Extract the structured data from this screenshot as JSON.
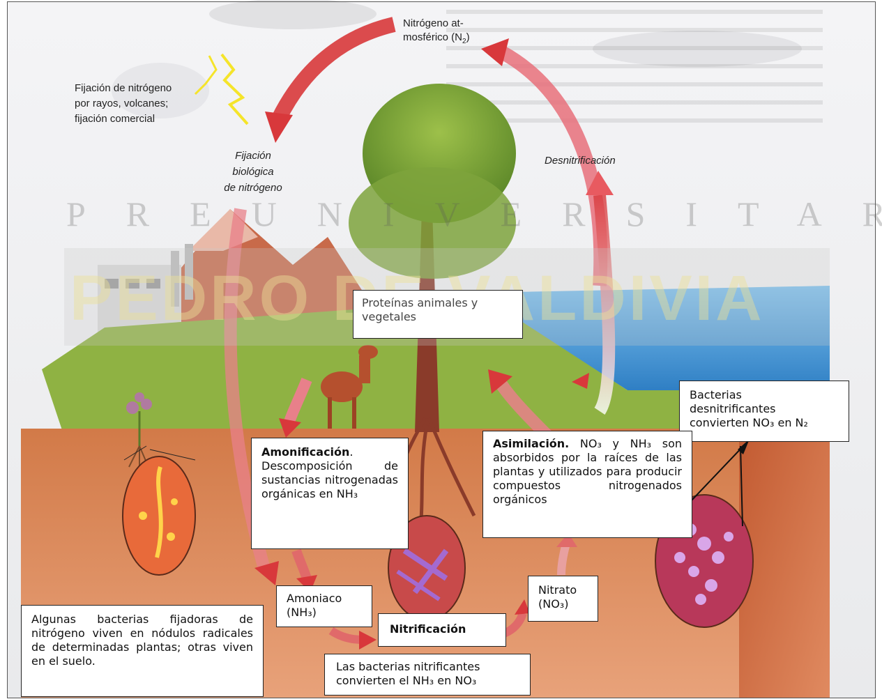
{
  "labels": {
    "atmospheric_line1": "Nitrógeno at-",
    "atmospheric_line2": "mosférico (N",
    "atmospheric_sub": "2",
    "atmospheric_close": ")",
    "fixation_text_line1": "Fijación de nitrógeno",
    "fixation_text_line2": "por rayos, volcanes;",
    "fixation_text_line3": "fijación comercial",
    "bio_fix_line1": "Fijación",
    "bio_fix_line2": "biológica",
    "bio_fix_line3": "de nitrógeno",
    "denitrification": "Desnitrificación"
  },
  "watermark": {
    "top": "PREUNIVERSITARIO",
    "bottom": "PEDRO DE VALDIVIA"
  },
  "boxes": {
    "proteins": "Proteínas animales y vegetales",
    "denitrifying_bacteria_line1": "Bacterias",
    "denitrifying_bacteria_line2": "desnitrificantes",
    "denitrifying_bacteria_line3": "convierten NO₃ en N₂",
    "ammonification_title": "Amonificación",
    "ammonification_text": "Descomposición de sustancias nitrogenadas orgánicas en NH₃",
    "assimilation_title": "Asimilación.",
    "assimilation_text": "NO₃ y NH₃ son absorbidos por la raíces de las plantas y utilizados para producir compuestos nitrogenados orgánicos",
    "ammonia_line1": "Amoniaco",
    "ammonia_line2": "(NH₃)",
    "nitrate_line1": "Nitrato",
    "nitrate_line2": "(NO₃)",
    "nitrification": "Nitrificación",
    "nitrifying_bacteria_line1": "Las bacterias nitrificantes",
    "nitrifying_bacteria_line2": "convierten el NH₃ en NO₃",
    "nodules_text": "Algunas bacterias fijadoras de nitrógeno viven en nódulos radicales de determinadas plantas; otras viven en el suelo."
  },
  "colors": {
    "arrow_red": "#d8383b",
    "soil": "#c96a3b",
    "grass": "#7fa33a",
    "water": "#3c8fd0"
  }
}
